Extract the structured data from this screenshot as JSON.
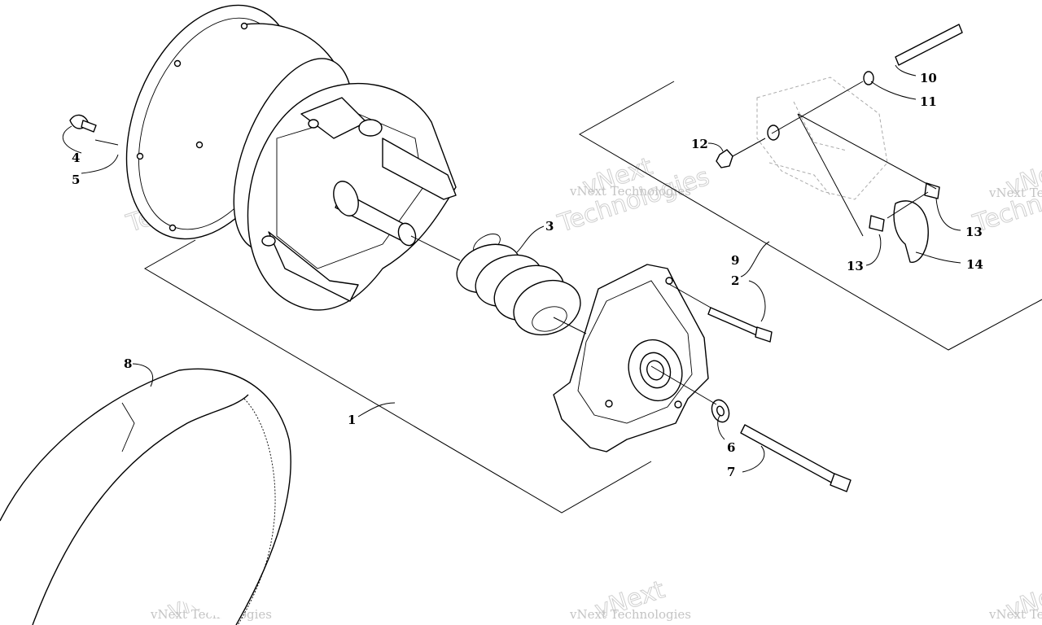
{
  "watermark": {
    "line": "vNext Technologies",
    "top": "vNext",
    "bottom": "Technologies"
  },
  "callouts": {
    "c1": "1",
    "c2": "2",
    "c3": "3",
    "c4": "4",
    "c5": "5",
    "c6": "6",
    "c7": "7",
    "c8": "8",
    "c9": "9",
    "c10": "10",
    "c11": "11",
    "c12": "12",
    "c13a": "13",
    "c13b": "13",
    "c14": "14"
  }
}
